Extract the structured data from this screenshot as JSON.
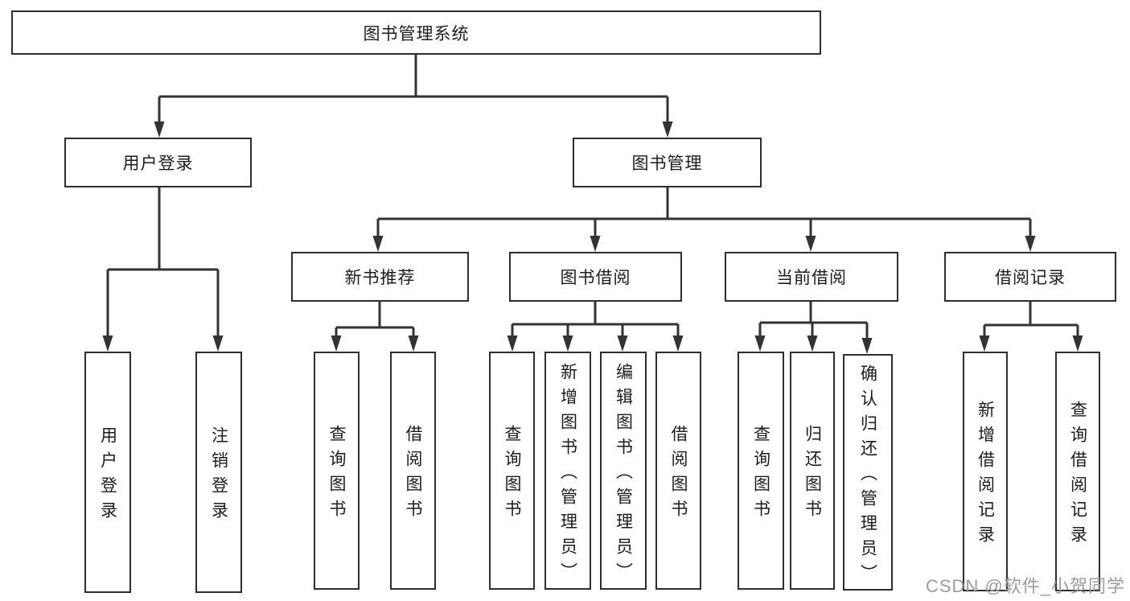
{
  "colors": {
    "line": "#333333",
    "box_border": "#2e2e2e",
    "text": "#1c1c1c",
    "watermark": "#9c9c9c",
    "background": "#ffffff"
  },
  "watermark": {
    "text": "CSDN @软件_小贺同学"
  },
  "tree": {
    "root": {
      "label": "图书管理系统"
    },
    "branches": [
      {
        "label": "用户登录",
        "children": [
          {
            "label": "用户登录"
          },
          {
            "label": "注销登录"
          }
        ]
      },
      {
        "label": "图书管理",
        "children": [
          {
            "label": "新书推荐",
            "children": [
              {
                "label": "查询图书"
              },
              {
                "label": "借阅图书"
              }
            ]
          },
          {
            "label": "图书借阅",
            "children": [
              {
                "label": "查询图书"
              },
              {
                "label": "新增图书（管理员）"
              },
              {
                "label": "编辑图书（管理员）"
              },
              {
                "label": "借阅图书"
              }
            ]
          },
          {
            "label": "当前借阅",
            "children": [
              {
                "label": "查询图书"
              },
              {
                "label": "归还图书"
              },
              {
                "label": "确认归还（管理员）"
              }
            ]
          },
          {
            "label": "借阅记录",
            "children": [
              {
                "label": "新增借阅记录"
              },
              {
                "label": "查询借阅记录"
              }
            ]
          }
        ]
      }
    ]
  }
}
